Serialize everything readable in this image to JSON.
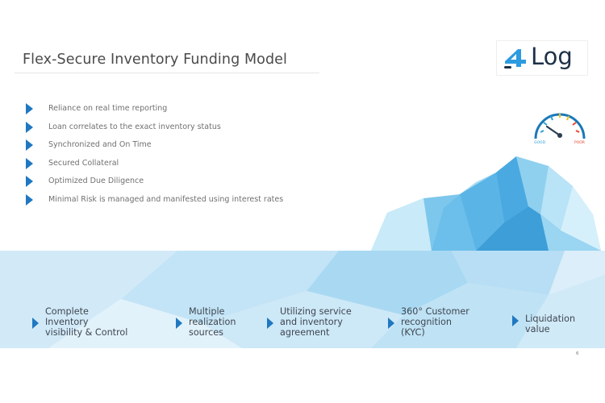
{
  "title": "Flex-Secure Inventory Funding Model",
  "logo": {
    "text": "Log",
    "mark": "4",
    "colors": {
      "mark": "#2d9be0",
      "text": "#1d3147"
    }
  },
  "bullets": [
    "Reliance on real time reporting",
    "Loan correlates to the exact inventory status",
    "Synchronized and On Time",
    "Secured Collateral",
    "Optimized Due Diligence",
    "Minimal Risk is managed and manifested using interest rates"
  ],
  "gauge": {
    "icon": "speedometer-icon",
    "left_label": "GOOD",
    "right_label": "POOR"
  },
  "features": [
    "Complete\nInventory\nvisibility & Control",
    "Multiple\nrealization\nsources",
    "Utilizing service\nand inventory\nagreement",
    "360° Customer\nrecognition\n(KYC)",
    "Liquidation\nvalue"
  ],
  "page_number": "6",
  "colors": {
    "accent": "#1f78c1",
    "sea": "#dbeef9",
    "ice": "#8fd0ef",
    "title": "#4a4a4a",
    "bullet_text": "#707070"
  }
}
